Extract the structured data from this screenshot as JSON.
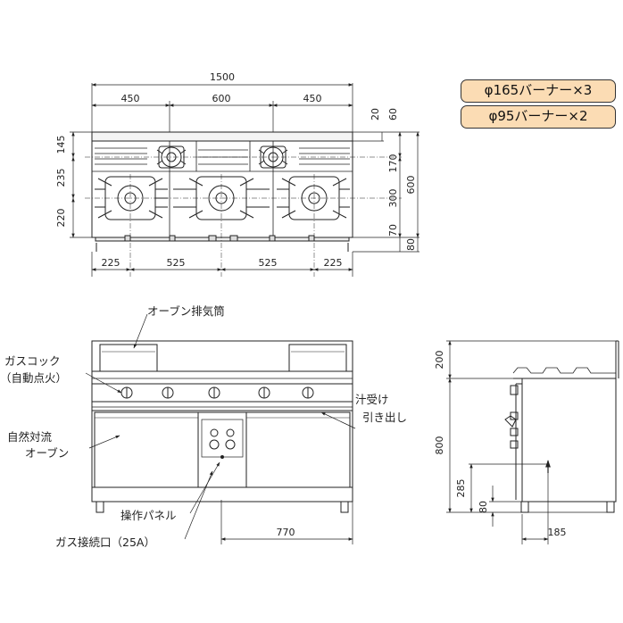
{
  "badges": [
    "φ165バーナー×3",
    "φ95バーナー×2"
  ],
  "top_view": {
    "overall_width": "1500",
    "segments": [
      "450",
      "600",
      "450"
    ],
    "bottom_segments": [
      "225",
      "525",
      "525",
      "225"
    ],
    "left_dims": [
      "145",
      "235",
      "220"
    ],
    "right_inner_dims": [
      "20",
      "60",
      "170",
      "300",
      "70",
      "80"
    ],
    "right_total": "600"
  },
  "front_view": {
    "labels": {
      "oven_vent": "オーブン排気筒",
      "gas_cock_1": "ガスコック",
      "gas_cock_2": "（自動点火）",
      "oven_1": "自然対流",
      "oven_2": "オーブン",
      "drip_1": "汁受け",
      "drip_2": "引き出し",
      "panel": "操作パネル",
      "gas_inlet": "ガス接続口（25A）"
    },
    "dim_770": "770"
  },
  "side_view": {
    "dims": [
      "200",
      "800",
      "285",
      "80"
    ],
    "dim_185": "185"
  }
}
